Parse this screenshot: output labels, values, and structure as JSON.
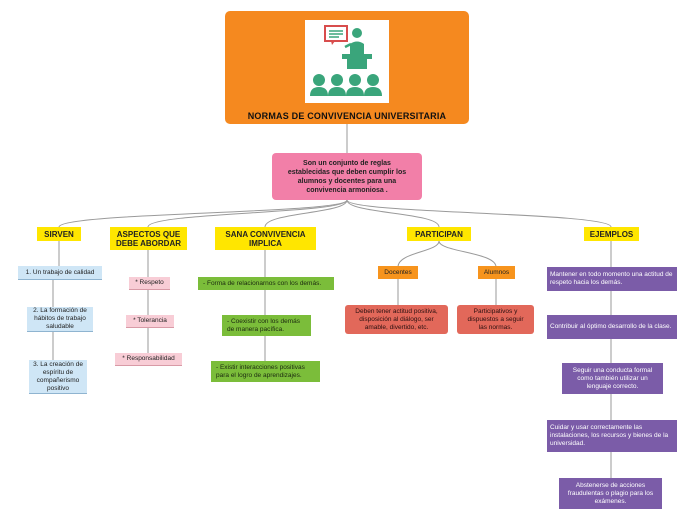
{
  "root": {
    "title": "NORMAS DE CONVIVENCIA UNIVERSITARIA",
    "icon": "teacher-classroom-icon"
  },
  "definition": "Son un conjunto de reglas establecidas que deben cumplir los alumnos y docentes para una convivencia armoniosa .",
  "sirven": {
    "label": "SIRVEN",
    "items": [
      "1. Un trabajo de calidad",
      "2. La formación de hábitos de trabajo saludable",
      "3. La creación de espíritu de compañerismo positivo"
    ]
  },
  "aspectos": {
    "label": "ASPECTOS QUE DEBE ABORDAR",
    "items": [
      "* Respeto",
      "* Tolerancia",
      "* Responsabilidad"
    ]
  },
  "sana": {
    "label": "SANA CONVIVENCIA IMPLICA",
    "items": [
      "- Forma de relacionarnos con los demás.",
      "- Coexistir con los demás de manera pacífica.",
      "- Existir interacciones positivas para el logro de aprendizajes."
    ]
  },
  "participan": {
    "label": "PARTICIPAN",
    "docentes": {
      "label": "Docentes",
      "desc": "Deben tener actitud positiva, disposición al diálogo, ser amable, divertido, etc."
    },
    "alumnos": {
      "label": "Alumnos",
      "desc": "Participativos y dispuestos a seguir las normas."
    }
  },
  "ejemplos": {
    "label": "EJEMPLOS",
    "items": [
      "Mantener en todo momento una actitud de respeto hacia los demás.",
      "Contribuir al óptimo desarrollo de la clase.",
      "Seguir una conducta formal como también utilizar un lenguaje correcto.",
      "Cuidar y usar correctamente las instalaciones, los recursos y bienes de la universidad.",
      "Abstenerse de acciones fraudulentas o plagio para los exámenes."
    ]
  },
  "colors": {
    "root": "#f5891f",
    "definition": "#f27fa8",
    "category": "#ffe600",
    "sirven": "#cfe6f6",
    "aspectos": "#f8cdd6",
    "sana": "#7bbd3a",
    "participan": "#f7941d",
    "participan_desc": "#e2685a",
    "ejemplos": "#7b5ca8",
    "icon": "#3aa57b",
    "connector": "#9a9a9a"
  }
}
